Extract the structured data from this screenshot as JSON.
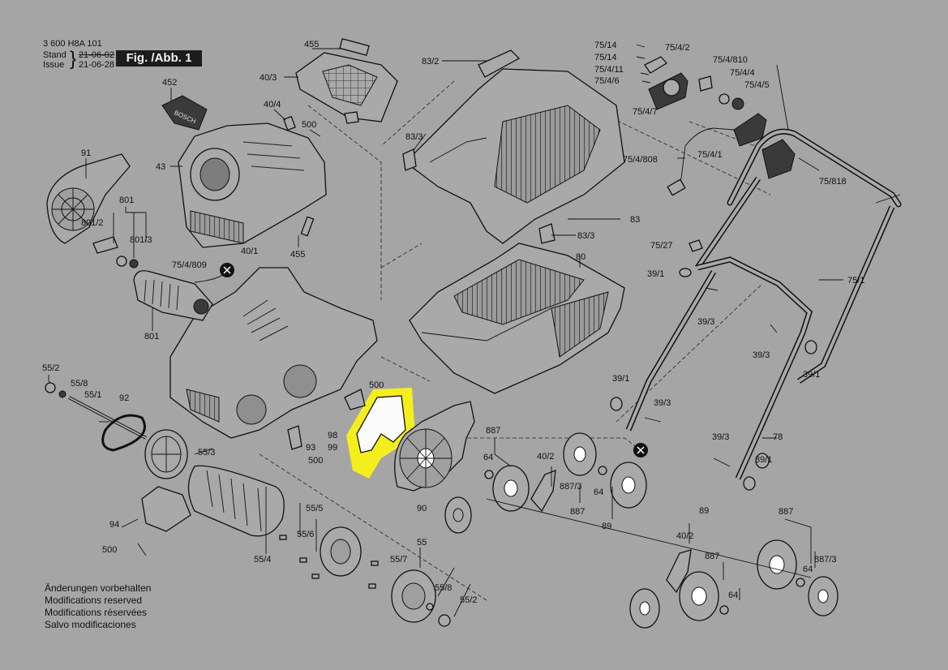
{
  "header": {
    "doc_number": "3 600 H8A 101",
    "stand_label": "Stand",
    "stand_value": "21-06-02",
    "issue_label": "Issue",
    "issue_value": "21-06-28",
    "figure_label": "Fig. /Abb. 1"
  },
  "notes": [
    "Änderungen vorbehalten",
    "Modifications reserved",
    "Modifications réservées",
    "Salvo modificaciones"
  ],
  "highlight": {
    "part_ref": "99",
    "color": "#f4ee1d"
  },
  "callouts": [
    "455",
    "40/3",
    "452",
    "40/4",
    "500",
    "43",
    "91",
    "801",
    "801/2",
    "801/3",
    "40/1",
    "455",
    "75/4/809",
    "801",
    "83/2",
    "83/3",
    "83",
    "83/3",
    "80",
    "75/14",
    "75/14",
    "75/4/11",
    "75/4/6",
    "75/4/2",
    "75/4/7",
    "75/4/810",
    "75/4/4",
    "75/4/5",
    "75/4/1",
    "75/4/808",
    "75/818",
    "75/27",
    "39/1",
    "75/1",
    "39/3",
    "39/3",
    "39/1",
    "39/1",
    "39/3",
    "78",
    "39/3",
    "39/1",
    "55/2",
    "55/8",
    "55/1",
    "92",
    "55/3",
    "94",
    "500",
    "500",
    "98",
    "99",
    "93",
    "500",
    "90",
    "887",
    "64",
    "40/2",
    "887/3",
    "64",
    "887",
    "89",
    "89",
    "55/5",
    "55/6",
    "55/4",
    "55",
    "55/7",
    "55/8",
    "55/2",
    "40/2",
    "887",
    "64",
    "887",
    "887/3",
    "64"
  ]
}
